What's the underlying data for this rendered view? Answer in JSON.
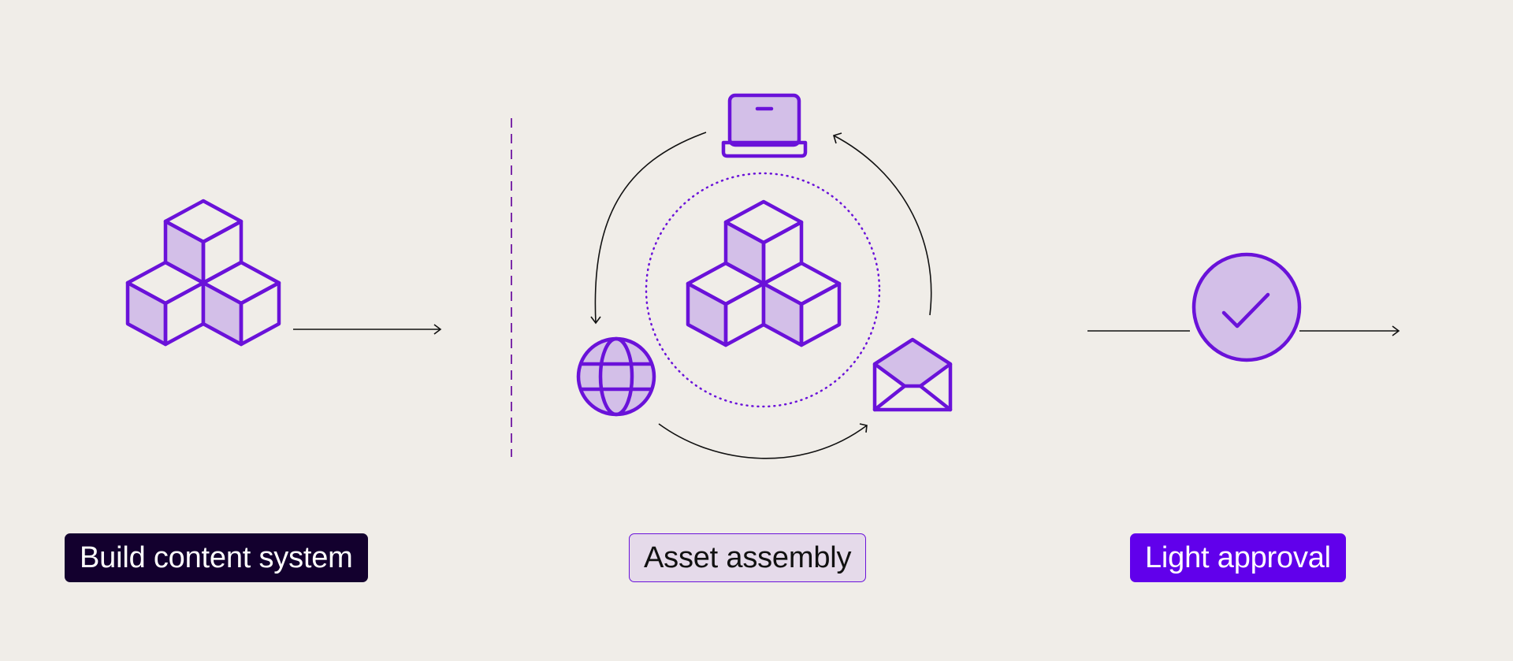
{
  "diagram": {
    "steps": [
      {
        "label": "Build content system",
        "icon": "cubes-icon"
      },
      {
        "label": "Asset assembly",
        "icons": [
          "laptop-icon",
          "globe-icon",
          "envelope-icon",
          "cubes-icon"
        ]
      },
      {
        "label": "Light approval",
        "icon": "check-circle-icon"
      }
    ]
  },
  "colors": {
    "background": "#F0EDE8",
    "accent": "#6100EB",
    "icon_stroke": "#6A12D9",
    "icon_fill": "#D3BFE8",
    "dark_label": "#13002E",
    "light_label": "#E5DAEA",
    "connector": "#111111"
  }
}
